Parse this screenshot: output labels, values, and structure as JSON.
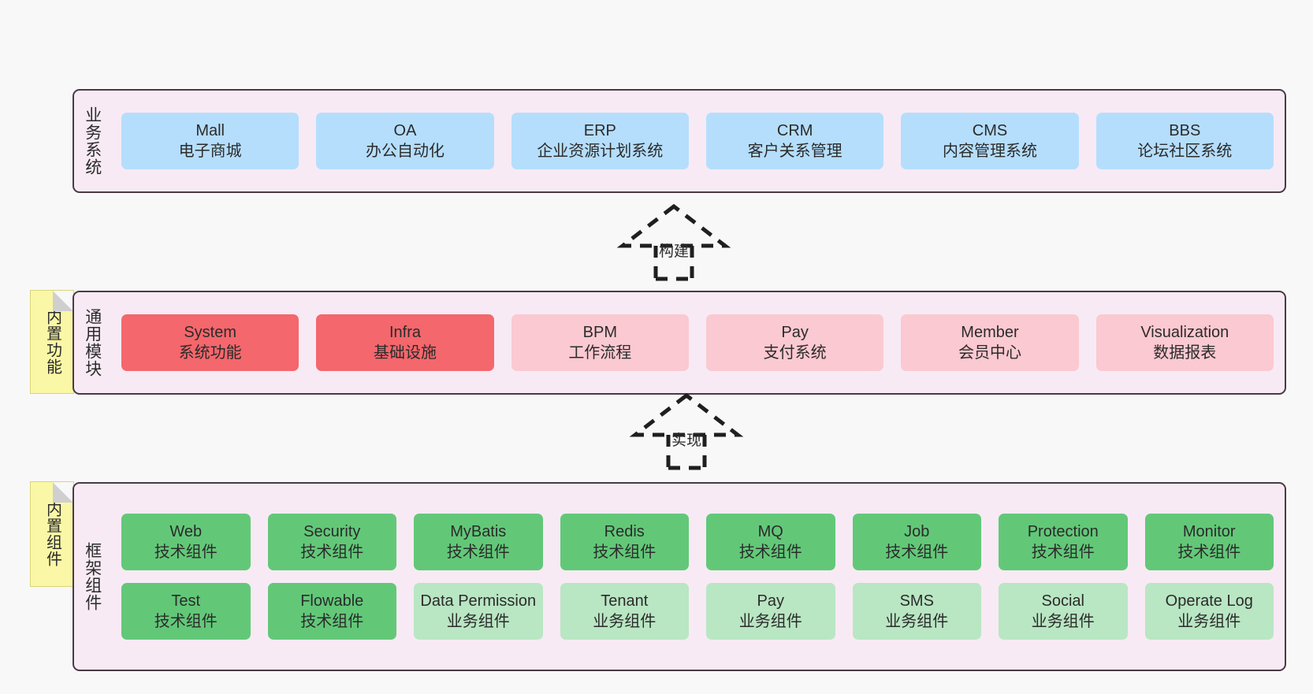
{
  "diagram": {
    "title": "System Architecture Layers",
    "background_color": "#f8f8f8",
    "panel_color": "#f7eaf4",
    "panel_border_color": "#4a3a44",
    "note_color": "#faf7a6"
  },
  "notes": [
    {
      "id": "note-common",
      "label": "内置功能"
    },
    {
      "id": "note-framework",
      "label": "内置组件"
    }
  ],
  "connectors": [
    {
      "id": "arrow-build",
      "label": "构建",
      "style": "dashed-hollow-arrow-up"
    },
    {
      "id": "arrow-realize",
      "label": "实现",
      "style": "dashed-hollow-arrow-up"
    }
  ],
  "layers": [
    {
      "id": "business",
      "label": "业务系统",
      "rows": [
        [
          {
            "name": "Mall",
            "desc": "电子商城",
            "color": "blue"
          },
          {
            "name": "OA",
            "desc": "办公自动化",
            "color": "blue"
          },
          {
            "name": "ERP",
            "desc": "企业资源计划系统",
            "color": "blue"
          },
          {
            "name": "CRM",
            "desc": "客户关系管理",
            "color": "blue"
          },
          {
            "name": "CMS",
            "desc": "内容管理系统",
            "color": "blue"
          },
          {
            "name": "BBS",
            "desc": "论坛社区系统",
            "color": "blue"
          }
        ]
      ]
    },
    {
      "id": "common",
      "label": "通用模块",
      "rows": [
        [
          {
            "name": "System",
            "desc": "系统功能",
            "color": "red"
          },
          {
            "name": "Infra",
            "desc": "基础设施",
            "color": "red"
          },
          {
            "name": "BPM",
            "desc": "工作流程",
            "color": "pink"
          },
          {
            "name": "Pay",
            "desc": "支付系统",
            "color": "pink"
          },
          {
            "name": "Member",
            "desc": "会员中心",
            "color": "pink"
          },
          {
            "name": "Visualization",
            "desc": "数据报表",
            "color": "pink"
          }
        ]
      ]
    },
    {
      "id": "framework",
      "label": "框架组件",
      "rows": [
        [
          {
            "name": "Web",
            "desc": "技术组件",
            "color": "green"
          },
          {
            "name": "Security",
            "desc": "技术组件",
            "color": "green"
          },
          {
            "name": "MyBatis",
            "desc": "技术组件",
            "color": "green"
          },
          {
            "name": "Redis",
            "desc": "技术组件",
            "color": "green"
          },
          {
            "name": "MQ",
            "desc": "技术组件",
            "color": "green"
          },
          {
            "name": "Job",
            "desc": "技术组件",
            "color": "green"
          },
          {
            "name": "Protection",
            "desc": "技术组件",
            "color": "green"
          },
          {
            "name": "Monitor",
            "desc": "技术组件",
            "color": "green"
          }
        ],
        [
          {
            "name": "Test",
            "desc": "技术组件",
            "color": "green"
          },
          {
            "name": "Flowable",
            "desc": "技术组件",
            "color": "green"
          },
          {
            "name": "Data Permission",
            "desc": "业务组件",
            "color": "mint"
          },
          {
            "name": "Tenant",
            "desc": "业务组件",
            "color": "mint"
          },
          {
            "name": "Pay",
            "desc": "业务组件",
            "color": "mint"
          },
          {
            "name": "SMS",
            "desc": "业务组件",
            "color": "mint"
          },
          {
            "name": "Social",
            "desc": "业务组件",
            "color": "mint"
          },
          {
            "name": "Operate Log",
            "desc": "业务组件",
            "color": "mint"
          }
        ]
      ]
    }
  ]
}
